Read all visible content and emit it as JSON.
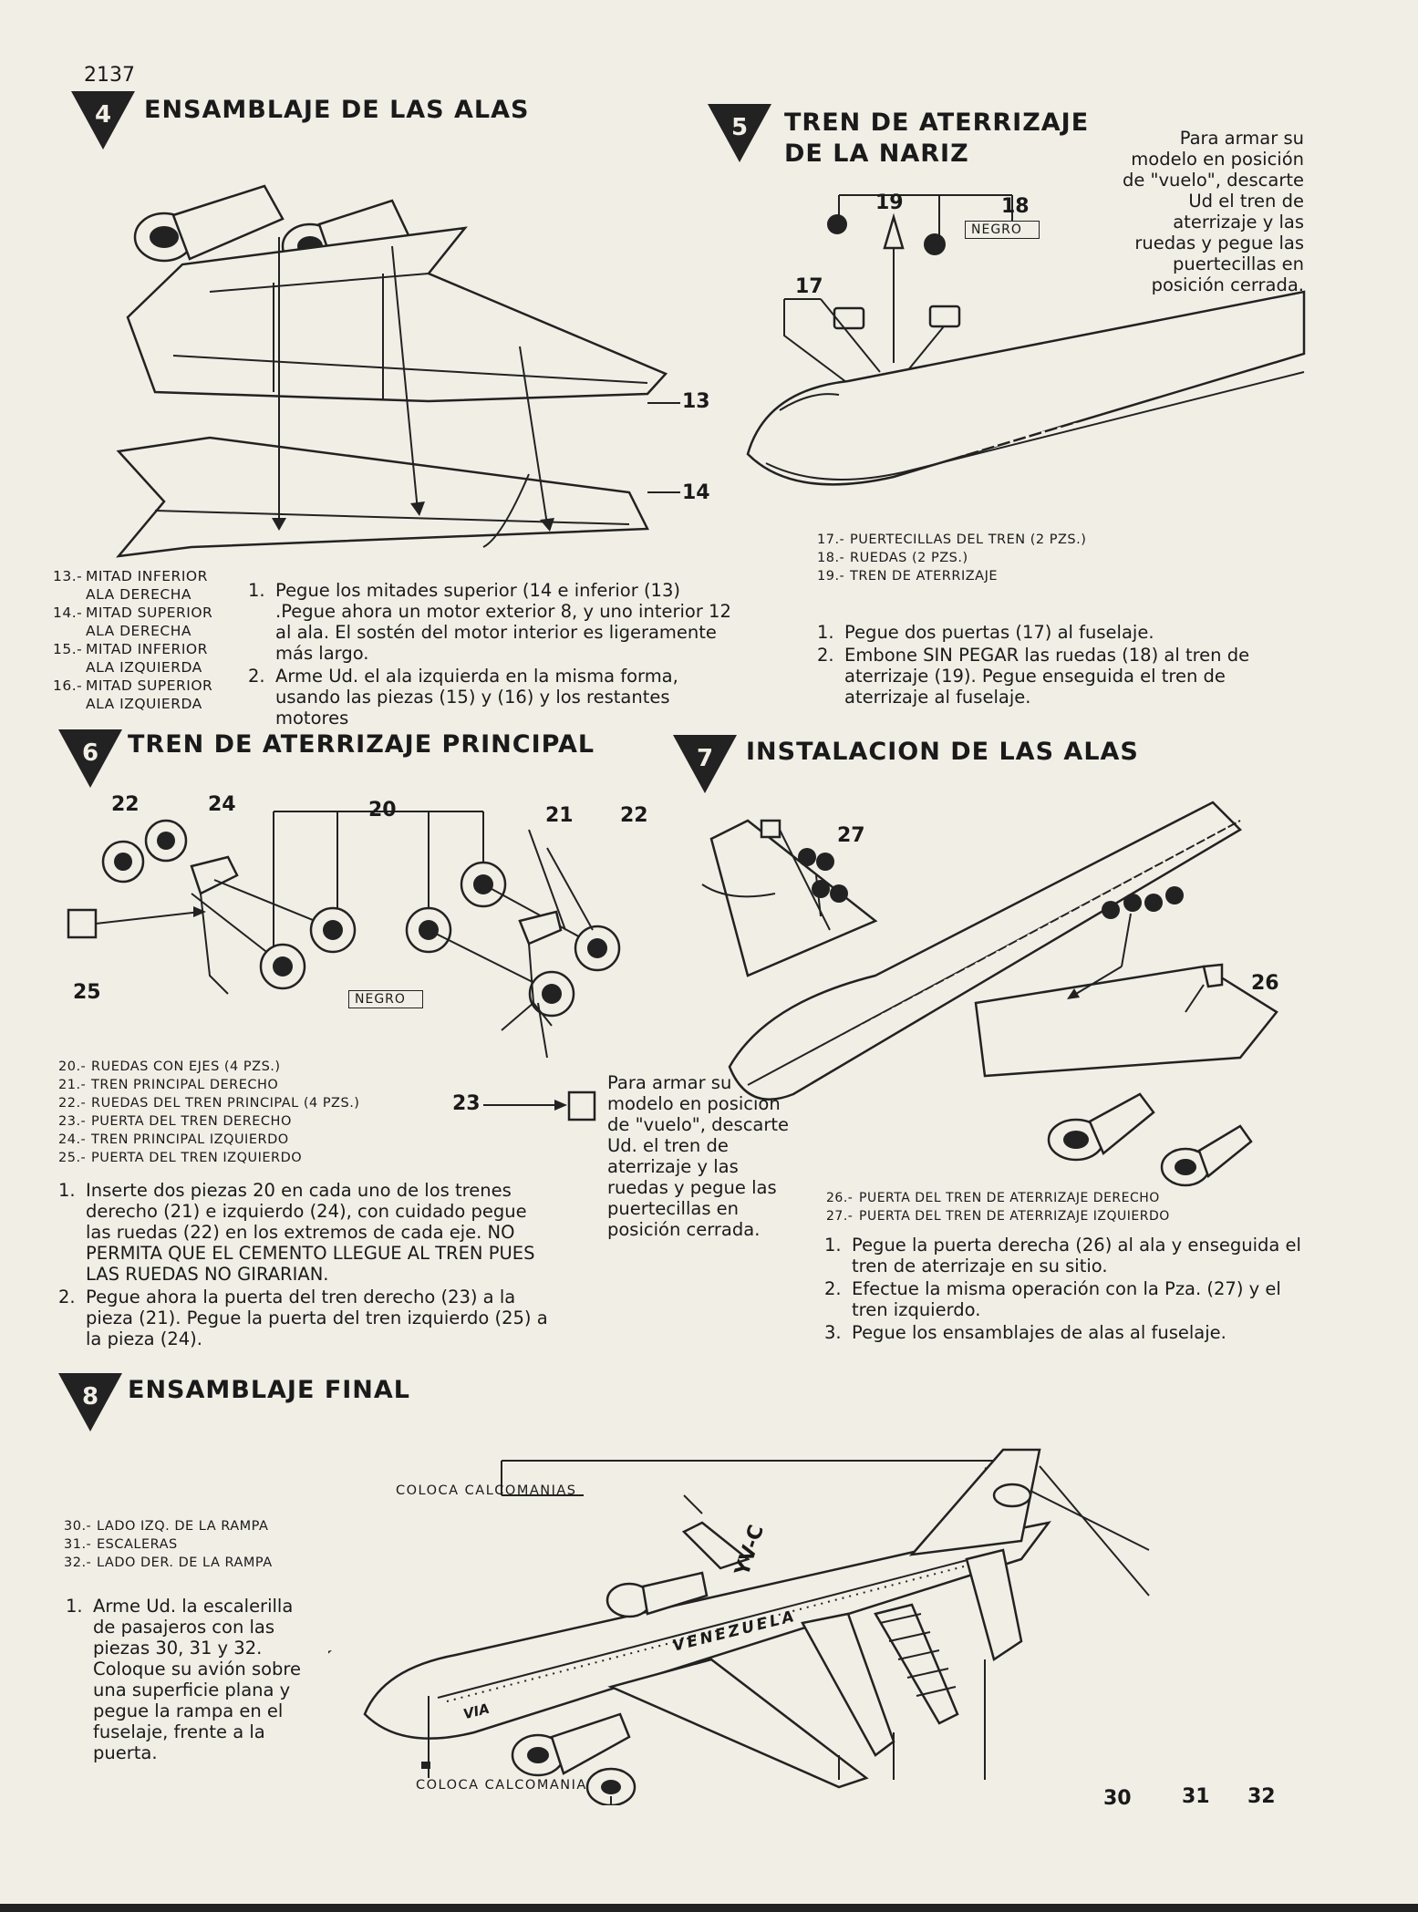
{
  "page_number": "2137",
  "steps": [
    {
      "num": "4",
      "title": "ENSAMBLAJE DE LAS ALAS",
      "callouts": [
        "13",
        "14"
      ],
      "parts": [
        {
          "num": "13.-",
          "name": "MITAD INFERIOR ALA DERECHA"
        },
        {
          "num": "14.-",
          "name": "MITAD SUPERIOR ALA DERECHA"
        },
        {
          "num": "15.-",
          "name": "MITAD INFERIOR ALA IZQUIERDA"
        },
        {
          "num": "16.-",
          "name": "MITAD SUPERIOR ALA IZQUIERDA"
        }
      ],
      "instructions": [
        {
          "n": "1.",
          "text": "Pegue los mitades superior (14 e inferior (13) .Pegue ahora un motor exterior 8, y uno interior 12 al ala. El sostén del motor interior es ligeramente más largo."
        },
        {
          "n": "2.",
          "text": "Arme Ud. el ala izquierda en la misma forma, usando las piezas (15) y (16) y los restantes motores"
        }
      ]
    },
    {
      "num": "5",
      "title_lines": [
        "TREN DE ATERRIZAJE",
        "DE LA NARIZ"
      ],
      "note": "Para armar su modelo en posición de \"vuelo\", descarte Ud el tren de aterrizaje y las ruedas y pegue las puertecillas en posición cerrada.",
      "negro_label": "NEGRO",
      "callouts": [
        "19",
        "18",
        "17"
      ],
      "parts": [
        {
          "num": "17.-",
          "name": "PUERTECILLAS DEL TREN (2 Pzs.)"
        },
        {
          "num": "18.-",
          "name": "RUEDAS (2 Pzs.)"
        },
        {
          "num": "19.-",
          "name": "TREN DE ATERRIZAJE"
        }
      ],
      "instructions": [
        {
          "n": "1.",
          "text": "Pegue dos puertas (17) al fuselaje."
        },
        {
          "n": "2.",
          "text": "Embone SIN PEGAR las ruedas (18) al tren de aterrizaje (19). Pegue enseguida el tren de aterrizaje al fuselaje."
        }
      ]
    },
    {
      "num": "6",
      "title": "TREN DE ATERRIZAJE PRINCIPAL",
      "negro_label": "NEGRO",
      "callouts": [
        "22",
        "24",
        "20",
        "21",
        "22",
        "25",
        "23"
      ],
      "note": "Para armar su modelo en posición de \"vuelo\", descarte Ud. el tren de aterrizaje y las ruedas y pegue las puertecillas en posición cerrada.",
      "parts": [
        {
          "num": "20.-",
          "name": "RUEDAS CON EJES (4 Pzs.)"
        },
        {
          "num": "21.-",
          "name": "TREN PRINCIPAL DERECHO"
        },
        {
          "num": "22.-",
          "name": "RUEDAS DEL TREN PRINCIPAL (4 Pzs.)"
        },
        {
          "num": "23.-",
          "name": "PUERTA DEL TREN DERECHO"
        },
        {
          "num": "24.-",
          "name": "TREN PRINCIPAL IZQUIERDO"
        },
        {
          "num": "25.-",
          "name": "PUERTA DEL TREN IZQUIERDO"
        }
      ],
      "instructions": [
        {
          "n": "1.",
          "text": "Inserte dos piezas 20 en cada uno de los trenes derecho (21) e izquierdo (24), con cuidado pegue las ruedas (22) en los extremos de cada eje. NO PERMITA QUE EL CEMENTO LLEGUE AL TREN PUES LAS RUEDAS NO GIRARIAN."
        },
        {
          "n": "2.",
          "text": "Pegue ahora la puerta del tren derecho (23) a la pieza (21). Pegue la puerta del tren izquierdo (25) a la pieza (24)."
        }
      ]
    },
    {
      "num": "7",
      "title": "INSTALACION DE LAS ALAS",
      "callouts": [
        "27",
        "26"
      ],
      "parts": [
        {
          "num": "26.-",
          "name": "PUERTA DEL TREN DE ATERRIZAJE DERECHO"
        },
        {
          "num": "27.-",
          "name": "PUERTA DEL TREN DE ATERRIZAJE IZQUIERDO"
        }
      ],
      "instructions": [
        {
          "n": "1.",
          "text": "Pegue la puerta derecha (26) al ala y enseguida el tren de aterrizaje en su sitio."
        },
        {
          "n": "2.",
          "text": "Efectue la misma operación con la Pza. (27) y el tren izquierdo."
        },
        {
          "n": "3.",
          "text": "Pegue los ensamblajes de alas al fuselaje."
        }
      ]
    },
    {
      "num": "8",
      "title": "ENSAMBLAJE FINAL",
      "decal_top": "COLOCA CALCOMANIAS",
      "decal_bottom": "COLOCA CALCOMANIA",
      "livery_text": "VENEZUELA",
      "livery_code": "VIA",
      "tail_reg": "YV-C",
      "callouts": [
        "30",
        "31",
        "32"
      ],
      "parts": [
        {
          "num": "30.-",
          "name": "LADO IZQ. DE LA RAMPA"
        },
        {
          "num": "31.-",
          "name": "ESCALERAS"
        },
        {
          "num": "32.-",
          "name": "LADO DER. DE LA RAMPA"
        }
      ],
      "instructions": [
        {
          "n": "1.",
          "text": "Arme Ud. la escalerilla de pasajeros con las piezas 30, 31 y 32. Coloque su avión sobre una superficie plana y pegue la rampa en el fuselaje, frente a la puerta."
        }
      ]
    }
  ],
  "colors": {
    "paper": "#f1eee6",
    "ink": "#1a1a1a"
  }
}
